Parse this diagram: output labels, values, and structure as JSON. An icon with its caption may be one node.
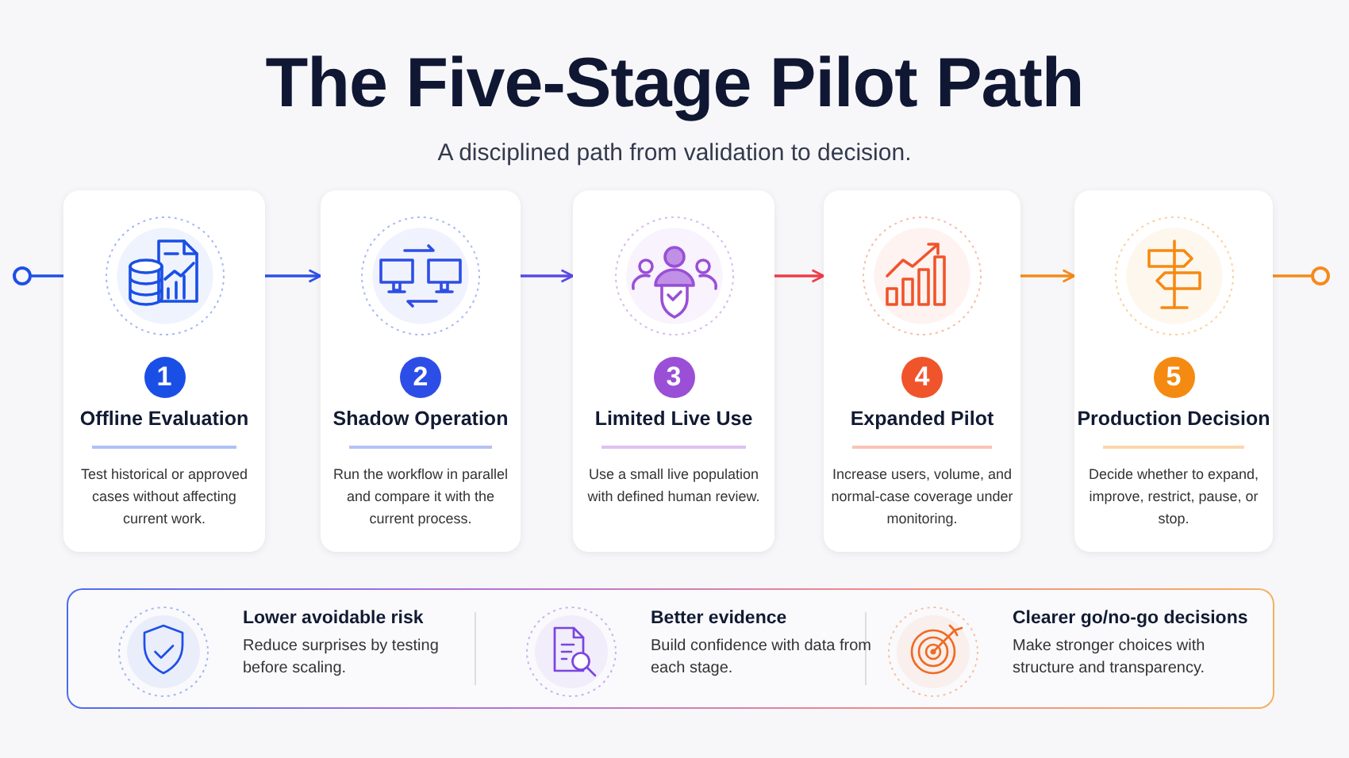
{
  "diagram": {
    "title": "The Five-Stage Pilot Path",
    "caption": "A disciplined path from validation to decision.",
    "nodes": [
      {
        "text": [],
        "shape": "circle"
      },
      {
        "text": [
          "1",
          "Offline Evaluation",
          "Test historical or approved cases without affecting current work."
        ]
      },
      {
        "text": [
          "2",
          "Shadow Operation",
          "Run the workflow in parallel and compare it with the current process."
        ]
      },
      {
        "text": [
          "3",
          "Limited Live Use",
          "Use a small live population with defined human review."
        ]
      },
      {
        "text": [
          "4",
          "Expanded Pilot",
          "Increase users, volume, and normal-case coverage under monitoring."
        ]
      },
      {
        "text": [
          "5",
          "Production Decision",
          "Decide whether to expand, improve, restrict, pause, or stop."
        ]
      },
      {
        "text": [],
        "shape": "circle"
      },
      {
        "text": [],
        "shape": "box"
      },
      {
        "text": [
          "Lower avoidable risk",
          "Reduce surprises by testing before scaling."
        ],
        "in": 7
      },
      {
        "text": [
          "Better evidence",
          "Build confidence with data from each stage."
        ],
        "in": 7
      },
      {
        "text": [
          "Clearer go/no-go decisions",
          "Make stronger choices with structure and transparency."
        ],
        "in": 7
      }
    ],
    "edges": [
      {
        "from": 0,
        "to": 1,
        "arrow": "none",
        "color": "#1f4fe8"
      },
      {
        "from": 1,
        "to": 2,
        "arrow": "to",
        "color": "#2f4fe8"
      },
      {
        "from": 2,
        "to": 3,
        "arrow": "to",
        "color": "#5a4ae6"
      },
      {
        "from": 3,
        "to": 4,
        "arrow": "to",
        "color": "#ee3d4a"
      },
      {
        "from": 4,
        "to": 5,
        "arrow": "to",
        "color": "#f58a1a"
      },
      {
        "from": 5,
        "to": 6,
        "arrow": "none",
        "color": "#f58a1a"
      }
    ]
  }
}
